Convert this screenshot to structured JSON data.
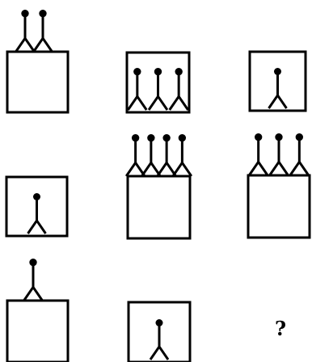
{
  "puzzle": {
    "question_mark": "?",
    "cells": [
      {
        "row": 1,
        "col": 1,
        "figures": 2,
        "figure_position": "on-top"
      },
      {
        "row": 1,
        "col": 2,
        "figures": 3,
        "figure_position": "inside"
      },
      {
        "row": 1,
        "col": 3,
        "figures": 1,
        "figure_position": "inside"
      },
      {
        "row": 2,
        "col": 1,
        "figures": 1,
        "figure_position": "inside"
      },
      {
        "row": 2,
        "col": 2,
        "figures": 4,
        "figure_position": "on-top"
      },
      {
        "row": 2,
        "col": 3,
        "figures": 3,
        "figure_position": "on-top"
      },
      {
        "row": 3,
        "col": 1,
        "figures": 1,
        "figure_position": "on-top"
      },
      {
        "row": 3,
        "col": 2,
        "figures": 1,
        "figure_position": "inside"
      },
      {
        "row": 3,
        "col": 3,
        "figures": null,
        "figure_position": "unknown"
      }
    ]
  }
}
